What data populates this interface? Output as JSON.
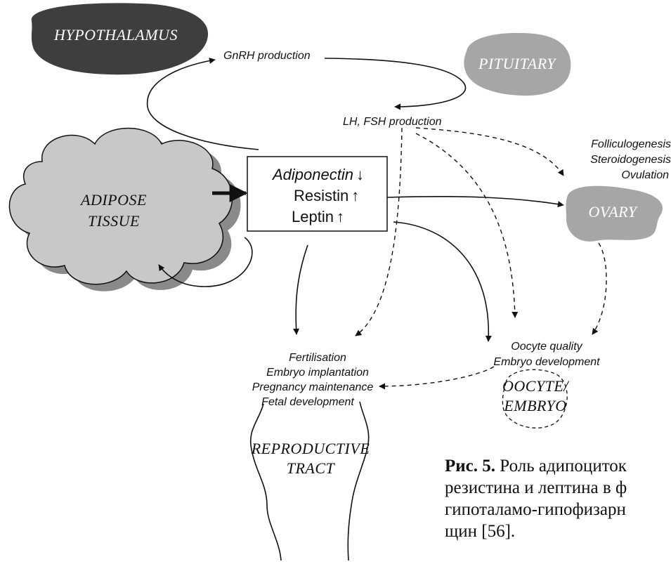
{
  "organs": {
    "hypothalamus": "HYPOTHALAMUS",
    "pituitary": "PITUITARY",
    "adipose_line1": "ADIPOSE",
    "adipose_line2": "TISSUE",
    "ovary": "OVARY",
    "oocyte_line1": "OOCYTE/",
    "oocyte_line2": "EMBRYO",
    "tract_line1": "REPRODUCTIVE",
    "tract_line2": "TRACT"
  },
  "labels": {
    "gnrh": "GnRH production",
    "lh_fsh": "LH, FSH production",
    "ovary_funcs": [
      "Folliculogenesis",
      "Steroidogenesis",
      "Ovulation"
    ],
    "oocyte_funcs": [
      "Oocyte quality",
      "Embryo development"
    ],
    "tract_funcs": [
      "Fertilisation",
      "Embryo implantation",
      "Pregnancy maintenance",
      "Fetal development"
    ]
  },
  "box": {
    "adiponectin": "Adiponectin",
    "adiponectin_arrow": "↓",
    "resistin": "Resistin",
    "resistin_arrow": "↑",
    "leptin": "Leptin",
    "leptin_arrow": "↑"
  },
  "caption": {
    "fig": "Рис. 5.",
    "line1": "Роль адипоциток",
    "line2": "резистина и лептина в ф",
    "line3": "гипоталамо-гипофизарн",
    "line4": "щин [56]."
  },
  "colors": {
    "hypothalamus": "#3e3e3e",
    "grey_organ": "#a6a6a6",
    "adipose_fill": "#c8c8c8",
    "adipose_shadow": "#8a8a8a",
    "line": "#111111"
  }
}
